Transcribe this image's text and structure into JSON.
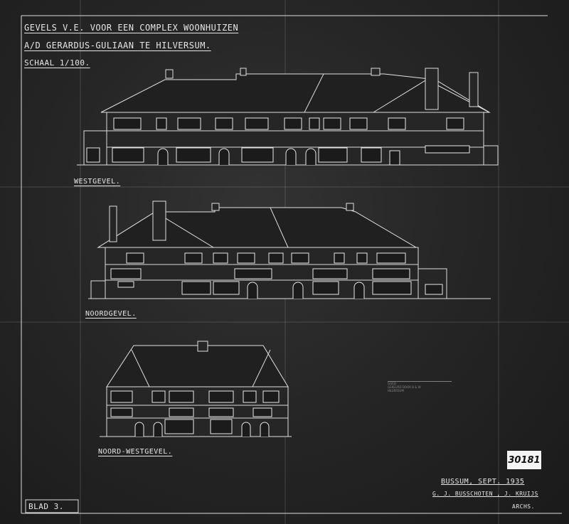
{
  "title": {
    "line1": "GEVELS V.E. VOOR EEN COMPLEX WOONHUIZEN",
    "line2": "A/D GERARDUS-GULIAAN TE HILVERSUM.",
    "line3": "SCHAAL 1/100."
  },
  "elevations": [
    {
      "label": "WESTGEVEL."
    },
    {
      "label": "NOORDGEVEL."
    },
    {
      "label": "NOORD-WESTGEVEL."
    }
  ],
  "sheet_label": "BLAD 3.",
  "signature": {
    "date": "BUSSUM, SEPT. 1935",
    "architect": "G. J. BUSSCHOTEN , J. KRUIJS",
    "role": "ARCHS."
  },
  "archive_number": "30181",
  "stamp_lines": [
    "GOED",
    "GEKEURD DOOR B & W",
    "HILVERSUM"
  ]
}
